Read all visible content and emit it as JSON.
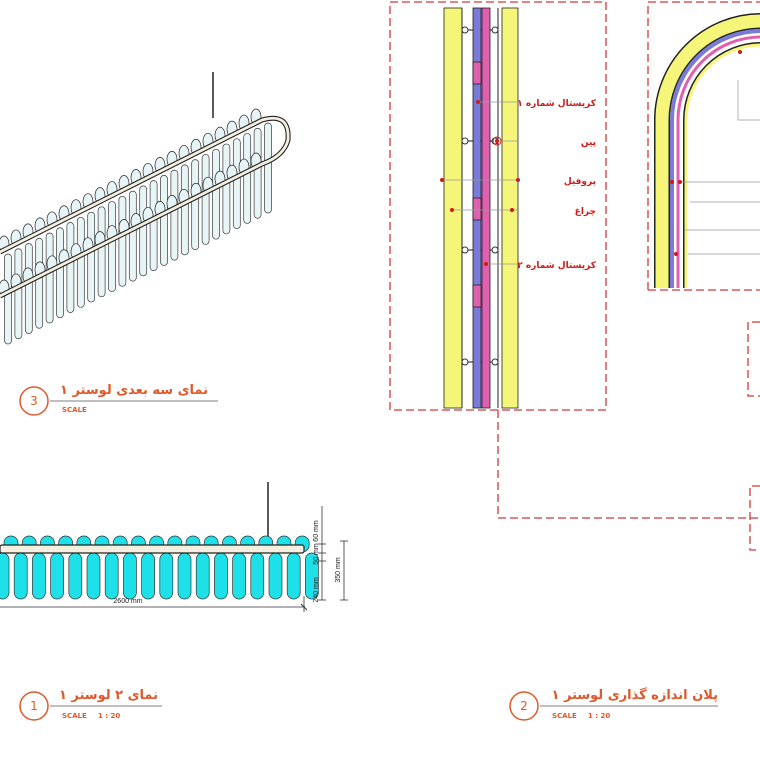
{
  "views": {
    "view3": {
      "number": "3",
      "title": "نمای سه بعدی لوستر ۱",
      "scale": "SCALE"
    },
    "view1": {
      "number": "1",
      "title": "نمای ۲ لوستر ۱",
      "scale": "SCALE",
      "scale_value": "1 : 20"
    },
    "view2": {
      "number": "2",
      "title": "پلان اندازه گذاری لوستر ۱",
      "scale": "SCALE",
      "scale_value": "1 : 20"
    }
  },
  "callouts": [
    "کریستال شماره ۱",
    "پین",
    "پروفیل",
    "چراغ",
    "کریستال شماره ۲"
  ],
  "dimensions": {
    "length": "2600 mm",
    "top": "60 mm",
    "mid": "50 mm",
    "bottom": "240 mm",
    "total": "350 mm"
  },
  "colors": {
    "accent": "#e0582a",
    "callout": "#d01a1a",
    "dashed": "#d23a3a",
    "profile": "#f5f57a",
    "crystal_pink": "#e060b0",
    "crystal_blue": "#7a7ad8",
    "crystal_cyan": "#1ee0e8"
  }
}
